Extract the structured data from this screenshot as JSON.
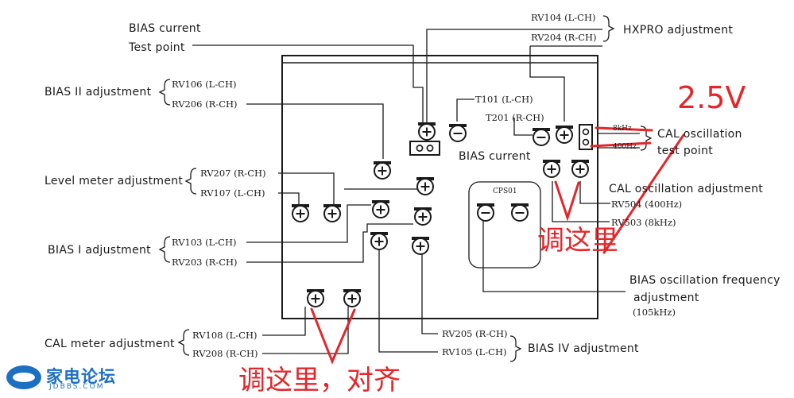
{
  "labels": {
    "bias_current_tp_1": "BIAS current",
    "bias_current_tp_2": "Test point",
    "bias2_adj": "BIAS II adjustment",
    "rv106": "RV106 (L-CH)",
    "rv206": "RV206 (R-CH)",
    "level_meter_adj": "Level meter adjustment",
    "rv207": "RV207 (R-CH)",
    "rv107": "RV107 (L-CH)",
    "bias1_adj": "BIAS I adjustment",
    "rv103": "RV103 (L-CH)",
    "rv203": "RV203 (R-CH)",
    "cal_meter_adj": "CAL meter adjustment",
    "rv108": "RV108 (L-CH)",
    "rv208": "RV208 (R-CH)",
    "rv104": "RV104 (L-CH)",
    "rv204": "RV204 (R-CH)",
    "hxpro_adj": "HXPRO adjustment",
    "t101": "T101 (L-CH)",
    "t201": "T201 (R-CH)",
    "bias_current": "BIAS current",
    "cps01": "CPS01",
    "cal_osc_tp_1": "CAL oscillation",
    "cal_osc_tp_2": "test point",
    "freq_8k": "8kHz",
    "freq_400": "400Hz",
    "cal_osc_adj": "CAL oscillation adjustment",
    "rv504": "RV504 (400Hz)",
    "rv503": "RV503 (8kHz)",
    "bias_osc_freq_1": "BIAS oscillation frequency",
    "bias_osc_freq_2": "adjustment",
    "bias_osc_freq_3": "(105kHz)",
    "rv205": "RV205 (R-CH)",
    "rv105": "RV105 (L-CH)",
    "bias4_adj": "BIAS IV adjustment"
  },
  "annotations": {
    "voltage": "2.5V",
    "adjust_here": "调这里",
    "adjust_here_align": "调这里，对齐"
  },
  "watermark": {
    "name": "家电论坛",
    "site": "JDBBS.COM"
  },
  "colors": {
    "ink": "#1a1a1a",
    "annotation": "#e4262b",
    "brand": "#1d6fc2"
  }
}
